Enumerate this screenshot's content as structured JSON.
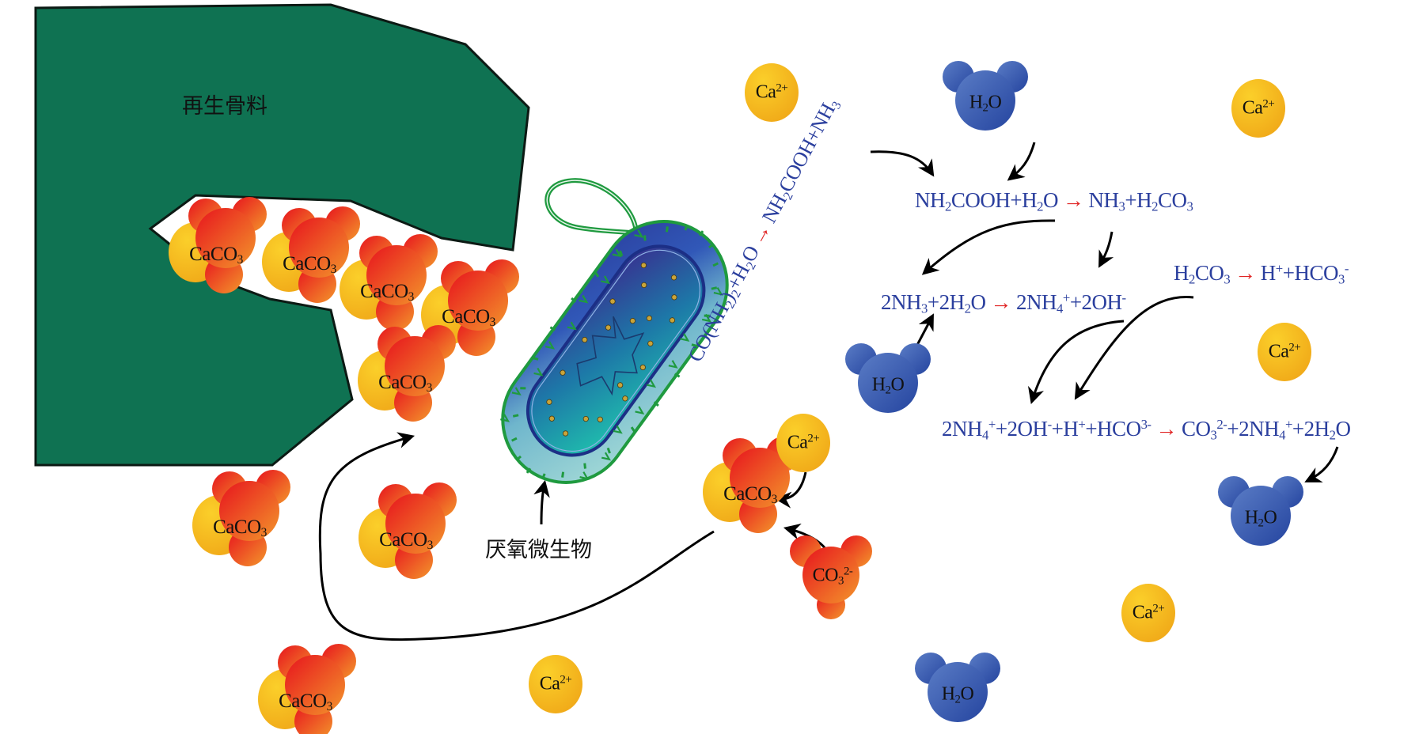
{
  "labels": {
    "aggregate": "再生骨料",
    "microbe": "厌氧微生物"
  },
  "equations": {
    "urea_hydrolysis": {
      "lhs": [
        [
          "CO(NH",
          ""
        ],
        [
          "2",
          "sub"
        ],
        [
          ")",
          ""
        ],
        [
          "2",
          "sub"
        ],
        [
          "+H",
          ""
        ],
        [
          "2",
          "sub"
        ],
        [
          "O",
          ""
        ]
      ],
      "arrow": "→",
      "rhs": [
        [
          "NH",
          ""
        ],
        [
          "2",
          "sub"
        ],
        [
          "COOH+NH",
          ""
        ],
        [
          "3",
          "sub"
        ]
      ]
    },
    "carbamate_hydrolysis": {
      "lhs": [
        [
          "NH",
          ""
        ],
        [
          "2",
          "sub"
        ],
        [
          "COOH+H",
          ""
        ],
        [
          "2",
          "sub"
        ],
        [
          "O",
          ""
        ]
      ],
      "arrow": "→",
      "rhs": [
        [
          "NH",
          ""
        ],
        [
          "3",
          "sub"
        ],
        [
          "+H",
          ""
        ],
        [
          "2",
          "sub"
        ],
        [
          "CO",
          ""
        ],
        [
          "3",
          "sub"
        ]
      ]
    },
    "carbonic_dissociation": {
      "lhs": [
        [
          "H",
          ""
        ],
        [
          "2",
          "sub"
        ],
        [
          "CO",
          ""
        ],
        [
          "3",
          "sub"
        ]
      ],
      "arrow": "→",
      "rhs": [
        [
          "H",
          ""
        ],
        [
          "+",
          "sup"
        ],
        [
          "+HCO",
          ""
        ],
        [
          "3",
          "sub"
        ],
        [
          "-",
          "sup"
        ]
      ]
    },
    "ammonia_protonation": {
      "lhs": [
        [
          "2NH",
          ""
        ],
        [
          "3",
          "sub"
        ],
        [
          "+2H",
          ""
        ],
        [
          "2",
          "sub"
        ],
        [
          "O",
          ""
        ]
      ],
      "arrow": "→",
      "rhs": [
        [
          "2NH",
          ""
        ],
        [
          "4",
          "sub"
        ],
        [
          "+",
          "sup"
        ],
        [
          "+2OH",
          ""
        ],
        [
          "-",
          "sup"
        ]
      ]
    },
    "carbonate_formation": {
      "lhs": [
        [
          "2NH",
          ""
        ],
        [
          "4",
          "sub"
        ],
        [
          "+",
          "sup"
        ],
        [
          "+2OH",
          ""
        ],
        [
          "-",
          "sup"
        ],
        [
          "+H",
          ""
        ],
        [
          "+",
          "sup"
        ],
        [
          "+HCO",
          ""
        ],
        [
          "3-",
          "sup"
        ]
      ],
      "arrow": "→",
      "rhs": [
        [
          "CO",
          ""
        ],
        [
          "3",
          "sub"
        ],
        [
          "2-",
          "sup"
        ],
        [
          "+2NH",
          ""
        ],
        [
          "4",
          "sub"
        ],
        [
          "+",
          "sup"
        ],
        [
          "+2H",
          ""
        ],
        [
          "2",
          "sub"
        ],
        [
          "O",
          ""
        ]
      ]
    }
  },
  "species": {
    "caco3": [
      [
        "CaCO",
        ""
      ],
      [
        "3",
        "sub"
      ]
    ],
    "ca": [
      [
        "Ca",
        ""
      ],
      [
        "2+",
        "sup"
      ]
    ],
    "h2o": [
      [
        "H",
        ""
      ],
      [
        "2",
        "sub"
      ],
      [
        "O",
        ""
      ]
    ],
    "co3": [
      [
        "CO",
        ""
      ],
      [
        "3",
        "sub"
      ],
      [
        "2-",
        "sup"
      ]
    ]
  },
  "colors": {
    "aggregate": "#0f7252",
    "equation_text": "#2b3f9e",
    "reaction_arrow": "#e02424",
    "calcium_ion": "#f6b31a",
    "water": "#3d5fb3",
    "carbonate": "#e8331f",
    "bacterium_membrane": "#1f9a3f"
  }
}
